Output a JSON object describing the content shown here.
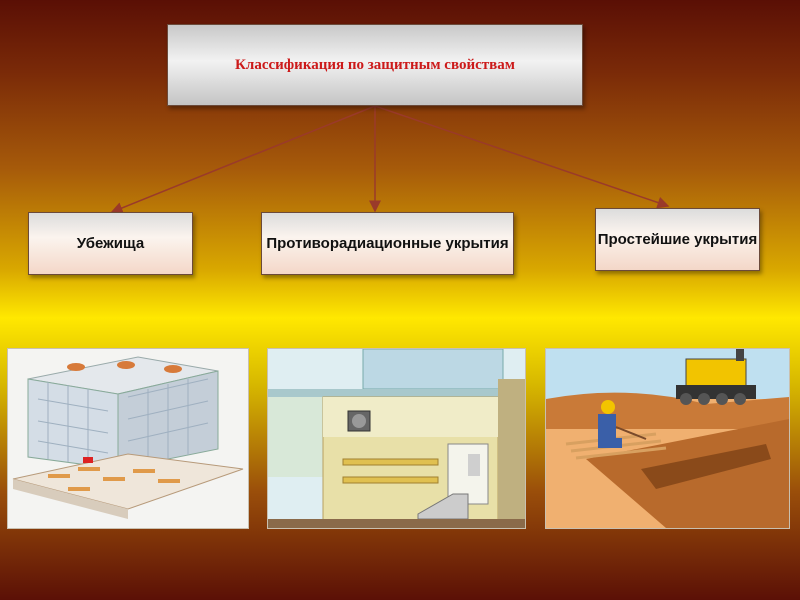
{
  "title": "Классификация по защитным свойствам",
  "categories": [
    {
      "label": "Убежища",
      "illustration": "shelter-building-illustration"
    },
    {
      "label": "Противорадиационные укрытия",
      "illustration": "radiation-shelter-basement-illustration"
    },
    {
      "label": "Простейшие укрытия",
      "illustration": "trench-dugout-worker-illustration"
    }
  ],
  "colors": {
    "title_text": "#cc1a1a",
    "arrow": "#9a3a2a",
    "background_top": "#5a0f05",
    "background_middle": "#ffe800"
  }
}
